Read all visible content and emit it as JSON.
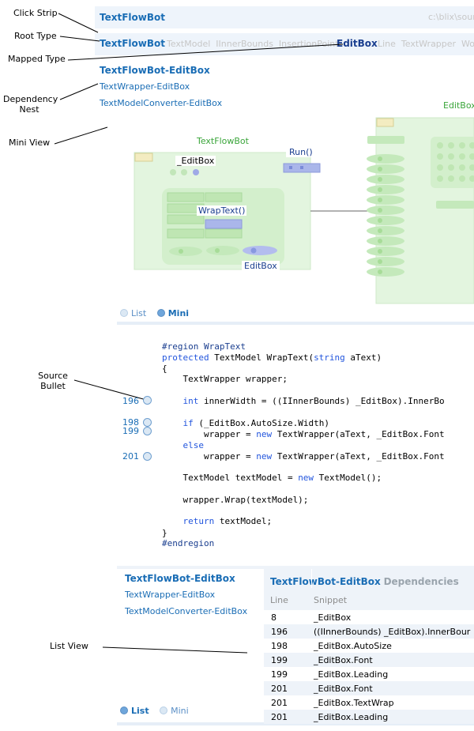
{
  "callouts": {
    "click_strip": "Click Strip",
    "root_type": "Root Type",
    "mapped_type": "Mapped Type",
    "dependency_nest_1": "Dependency",
    "dependency_nest_2": "Nest",
    "mini_view": "Mini View",
    "source_bullet_1": "Source",
    "source_bullet_2": "Bullet",
    "list_view": "List View"
  },
  "strip": {
    "title": "TextFlowBot",
    "path": "c:\\blix\\sour",
    "root": "TextFlowBot",
    "types": "TextModel  IInnerBounds  InsertionPoint",
    "mapped": "EditBox",
    "types_after": "Line  TextWrapper  Wor"
  },
  "nest": {
    "root": "TextFlowBot-EditBox",
    "children": [
      "TextWrapper-EditBox",
      "TextModelConverter-EditBox"
    ]
  },
  "mini": {
    "textflowbot_label": "TextFlowBot",
    "editbox_field": "_EditBox",
    "run_method": "Run()",
    "wraptext_method": "WrapText()",
    "editbox_local": "EditBox",
    "editbox_class": "EditBox"
  },
  "toggle_top": {
    "list": "List",
    "mini": "Mini",
    "selected": "Mini"
  },
  "code": [
    {
      "line": "#region WrapText",
      "no": ""
    },
    {
      "line": "protected TextModel WrapText(string aText)",
      "no": ""
    },
    {
      "line": "{",
      "no": ""
    },
    {
      "line": "    TextWrapper wrapper;",
      "no": ""
    },
    {
      "line": "    int innerWidth = ((IInnerBounds) _EditBox).InnerBo",
      "no": "196"
    },
    {
      "line": "    if (_EditBox.AutoSize.Width)",
      "no": "198"
    },
    {
      "line": "        wrapper = new TextWrapper(aText, _EditBox.Font",
      "no": "199"
    },
    {
      "line": "    else",
      "no": ""
    },
    {
      "line": "        wrapper = new TextWrapper(aText, _EditBox.Font",
      "no": "201"
    },
    {
      "line": "    TextModel textModel = new TextModel();",
      "no": ""
    },
    {
      "line": "    wrapper.Wrap(textModel);",
      "no": ""
    },
    {
      "line": "    return textModel;",
      "no": ""
    },
    {
      "line": "}",
      "no": ""
    },
    {
      "line": "#endregion",
      "no": ""
    }
  ],
  "list_panel": {
    "nest_root": "TextFlowBot-EditBox",
    "nest_children": [
      "TextWrapper-EditBox",
      "TextModelConverter-EditBox"
    ],
    "deps_title": "TextFlowBot-EditBox",
    "deps_suffix": "Dependencies",
    "col_line": "Line",
    "col_snippet": "Snippet",
    "rows": [
      {
        "line": "8",
        "snippet": "_EditBox"
      },
      {
        "line": "196",
        "snippet": "((IInnerBounds) _EditBox).InnerBour"
      },
      {
        "line": "198",
        "snippet": "_EditBox.AutoSize"
      },
      {
        "line": "199",
        "snippet": "_EditBox.Font"
      },
      {
        "line": "199",
        "snippet": "_EditBox.Leading"
      },
      {
        "line": "201",
        "snippet": "_EditBox.Font"
      },
      {
        "line": "201",
        "snippet": "_EditBox.TextWrap"
      },
      {
        "line": "201",
        "snippet": "_EditBox.Leading"
      }
    ],
    "toggle": {
      "list": "List",
      "mini": "Mini",
      "selected": "List"
    }
  },
  "colors": {
    "accent": "#1a6db5",
    "strip_bg": "#eef4fb",
    "mini_green": "#d7f0d2",
    "mini_blue": "#9fb0e6"
  }
}
